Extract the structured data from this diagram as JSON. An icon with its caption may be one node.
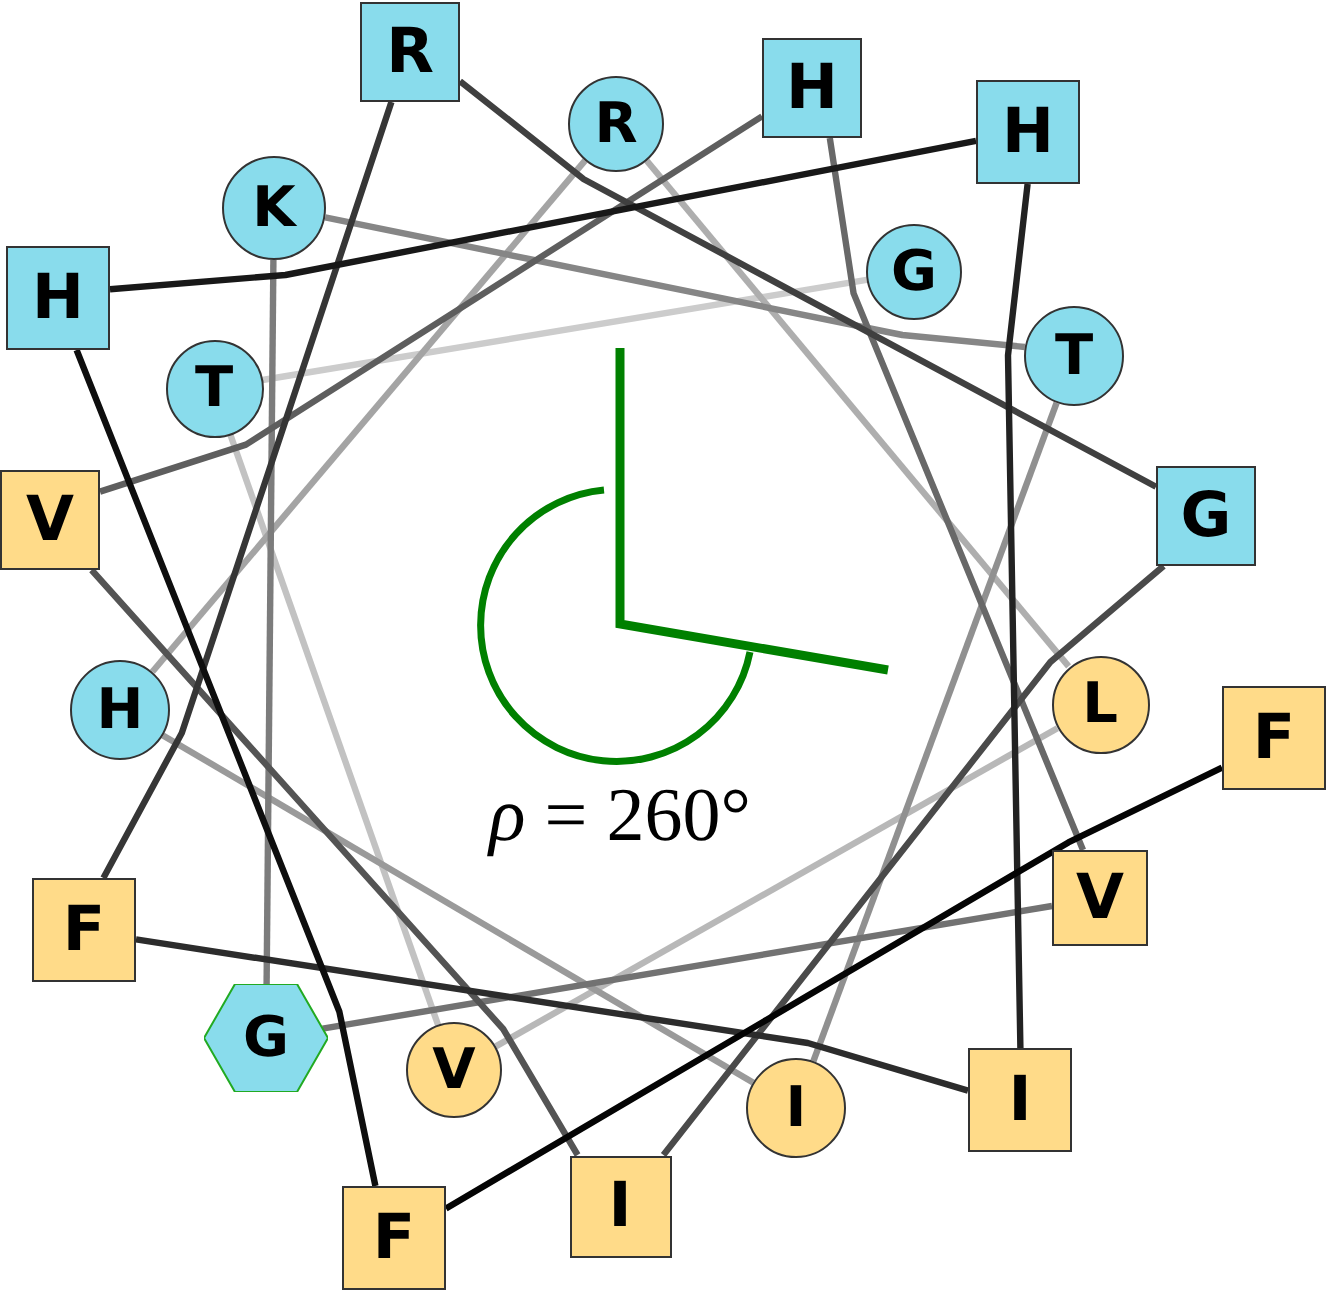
{
  "diagram": {
    "nodes": [
      {
        "text": [
          "G"
        ]
      },
      {
        "text": [
          "T"
        ]
      },
      {
        "text": [
          "V"
        ]
      },
      {
        "text": [
          "L"
        ]
      },
      {
        "text": [
          "R"
        ]
      },
      {
        "text": [
          "H"
        ]
      },
      {
        "text": [
          "I"
        ]
      },
      {
        "text": [
          "T"
        ]
      },
      {
        "text": [
          "K"
        ]
      },
      {
        "text": [
          "G"
        ]
      },
      {
        "text": [
          "V"
        ]
      },
      {
        "text": [
          "H"
        ]
      },
      {
        "text": [
          "V"
        ]
      },
      {
        "text": [
          "I"
        ]
      },
      {
        "text": [
          "G"
        ]
      },
      {
        "text": [
          "R"
        ]
      },
      {
        "text": [
          "F"
        ]
      },
      {
        "text": [
          "I"
        ]
      },
      {
        "text": [
          "H"
        ]
      },
      {
        "text": [
          "H"
        ]
      },
      {
        "text": [
          "F"
        ]
      },
      {
        "text": [
          "F"
        ]
      }
    ],
    "edges": [
      {
        "from": 0,
        "to": 1,
        "arrow": "none",
        "color": "#cccccc"
      },
      {
        "from": 1,
        "to": 2,
        "arrow": "none",
        "color": "#c2c2c2"
      },
      {
        "from": 2,
        "to": 3,
        "arrow": "none",
        "color": "#b8b8b8"
      },
      {
        "from": 3,
        "to": 4,
        "arrow": "none",
        "color": "#aeaeae"
      },
      {
        "from": 4,
        "to": 5,
        "arrow": "none",
        "color": "#a4a4a4"
      },
      {
        "from": 5,
        "to": 6,
        "arrow": "none",
        "color": "#9a9a9a"
      },
      {
        "from": 6,
        "to": 7,
        "arrow": "none",
        "color": "#909090"
      },
      {
        "from": 7,
        "to": 8,
        "arrow": "none",
        "color": "#868686"
      },
      {
        "from": 8,
        "to": 9,
        "arrow": "none",
        "color": "#7c7c7c"
      },
      {
        "from": 9,
        "to": 10,
        "arrow": "none",
        "color": "#727272"
      },
      {
        "from": 10,
        "to": 11,
        "arrow": "none",
        "color": "#686868"
      },
      {
        "from": 11,
        "to": 12,
        "arrow": "none",
        "color": "#5e5e5e"
      },
      {
        "from": 12,
        "to": 13,
        "arrow": "none",
        "color": "#545454"
      },
      {
        "from": 13,
        "to": 14,
        "arrow": "none",
        "color": "#4a4a4a"
      },
      {
        "from": 14,
        "to": 15,
        "arrow": "none",
        "color": "#404040"
      },
      {
        "from": 15,
        "to": 16,
        "arrow": "none",
        "color": "#363636"
      },
      {
        "from": 16,
        "to": 17,
        "arrow": "none",
        "color": "#2c2c2c"
      },
      {
        "from": 17,
        "to": 18,
        "arrow": "none",
        "color": "#222222"
      },
      {
        "from": 18,
        "to": 19,
        "arrow": "none",
        "color": "#181818"
      },
      {
        "from": 19,
        "to": 20,
        "arrow": "none",
        "color": "#0e0e0e"
      },
      {
        "from": 20,
        "to": 21,
        "arrow": "none",
        "color": "#040404"
      }
    ],
    "labels": [
      "*ρ* = 260°"
    ]
  }
}
